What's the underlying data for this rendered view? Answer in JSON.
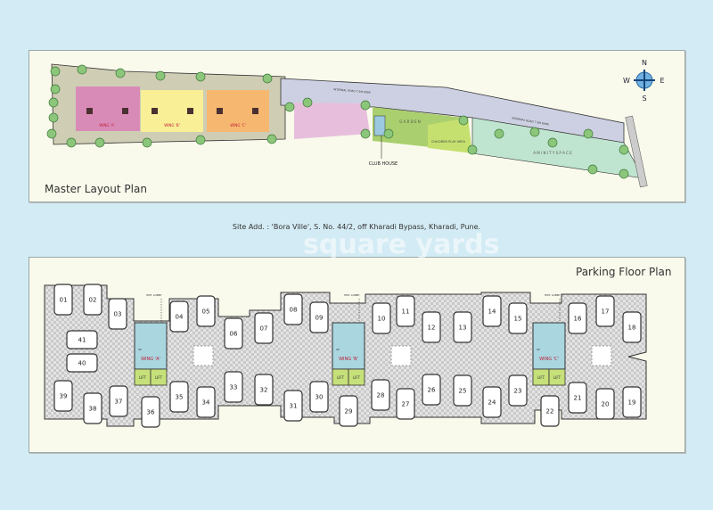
{
  "master": {
    "title": "Master Layout Plan",
    "wings": [
      "WING 'A'",
      "WING 'B'",
      "WING 'C'"
    ],
    "club_house": "CLUB HOUSE",
    "garden": "G A R D E N",
    "play_area": "CHILDREN PLAY AREA",
    "amenity": "A M I N I T Y   S P A C E",
    "internal_road": "INTERNAL ROAD 7.5M WIDE",
    "compass": [
      "N",
      "E",
      "S",
      "W"
    ],
    "colors": {
      "wing_a": "#d98bb8",
      "wing_b": "#f8ef96",
      "wing_c": "#f6b870",
      "road": "#cdd0e2",
      "amenity": "#bfe4cf",
      "garden": "#a9cf6e"
    }
  },
  "address": "Site Add. : 'Bora Ville', S. No. 44/2, off Kharadi Bypass, Kharadi, Pune.",
  "watermark": "square yards",
  "parking": {
    "title": "Parking Floor Plan",
    "wings": [
      "WING 'A'",
      "WING 'B'",
      "WING 'C'"
    ],
    "lift": "LIFT",
    "lobby": "ENT. LOBBY",
    "up": "UP",
    "slots": [
      "01",
      "02",
      "03",
      "04",
      "05",
      "06",
      "07",
      "08",
      "09",
      "10",
      "11",
      "12",
      "13",
      "14",
      "15",
      "16",
      "17",
      "18",
      "19",
      "20",
      "21",
      "22",
      "23",
      "24",
      "25",
      "26",
      "27",
      "28",
      "29",
      "30",
      "31",
      "32",
      "33",
      "34",
      "35",
      "36",
      "37",
      "38",
      "39",
      "40",
      "41"
    ]
  }
}
